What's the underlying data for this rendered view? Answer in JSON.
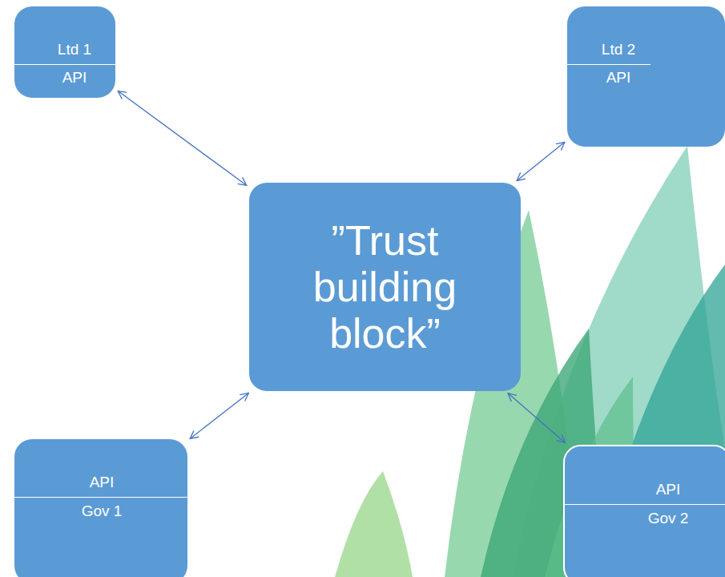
{
  "diagram": {
    "nodes": [
      {
        "text": [
          "Ltd 1",
          "API"
        ]
      },
      {
        "text": [
          "Ltd 2",
          "API"
        ]
      },
      {
        "text": [
          "”Trust building block”"
        ]
      },
      {
        "text": [
          "API",
          "Gov 1"
        ]
      },
      {
        "text": [
          "API",
          "Gov 2"
        ]
      }
    ],
    "edges": [
      {
        "from": 0,
        "to": 2,
        "arrow": "both"
      },
      {
        "from": 1,
        "to": 2,
        "arrow": "both"
      },
      {
        "from": 3,
        "to": 2,
        "arrow": "both"
      },
      {
        "from": 4,
        "to": 2,
        "arrow": "both"
      }
    ]
  }
}
